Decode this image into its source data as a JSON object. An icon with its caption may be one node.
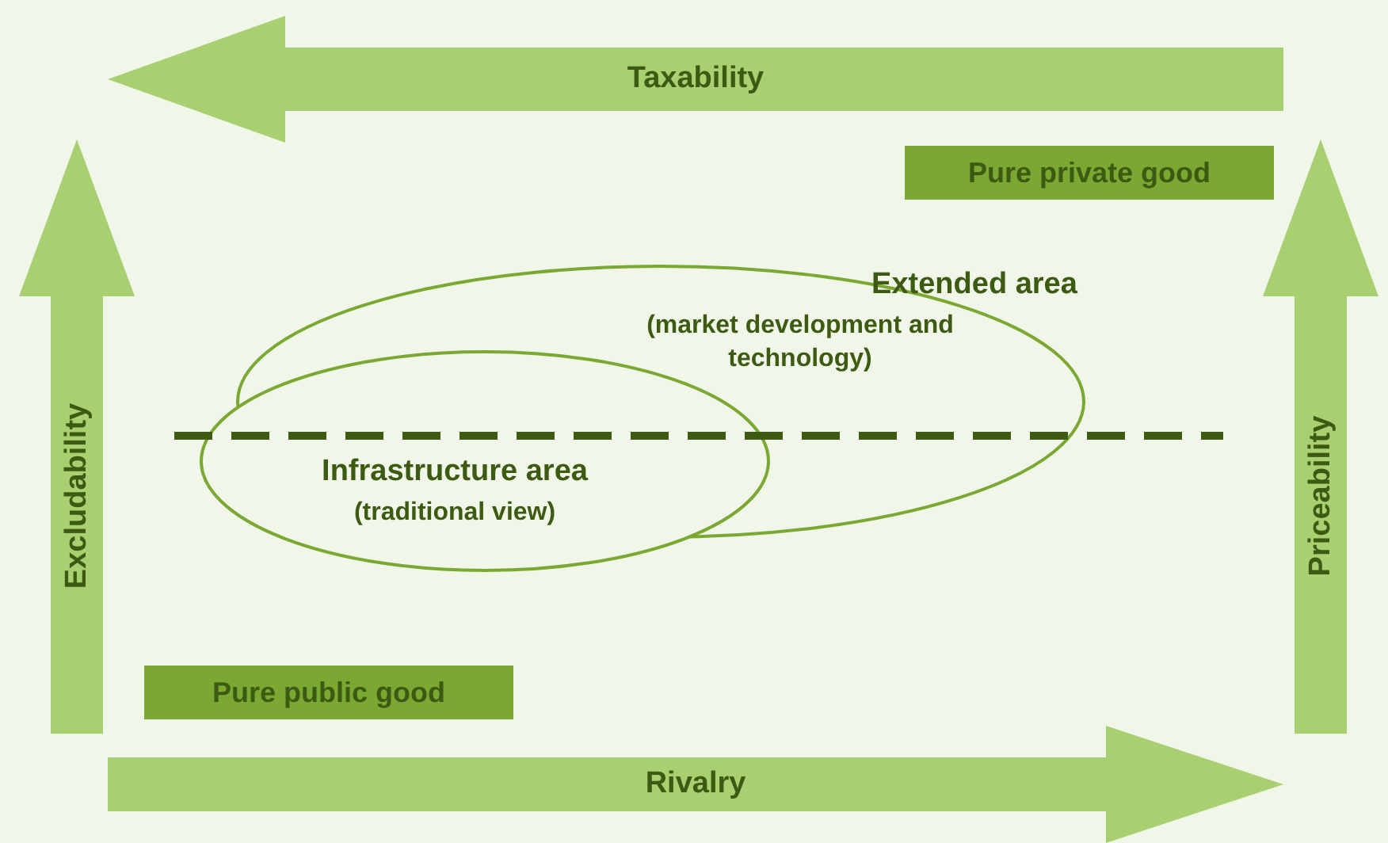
{
  "diagram": {
    "nodes": [
      {
        "text": [
          "Taxability"
        ]
      },
      {
        "text": [
          "Pure private good"
        ]
      },
      {
        "text": [
          "Excludability"
        ]
      },
      {
        "text": [
          "Priceability"
        ]
      },
      {
        "text": [
          "Extended area",
          "(market development and technology)"
        ]
      },
      {
        "text": [
          "Infrastructure area",
          "(traditional view)"
        ]
      },
      {
        "text": [
          "Pure public good"
        ]
      },
      {
        "text": [
          "Rivalry"
        ]
      }
    ],
    "edges": []
  }
}
